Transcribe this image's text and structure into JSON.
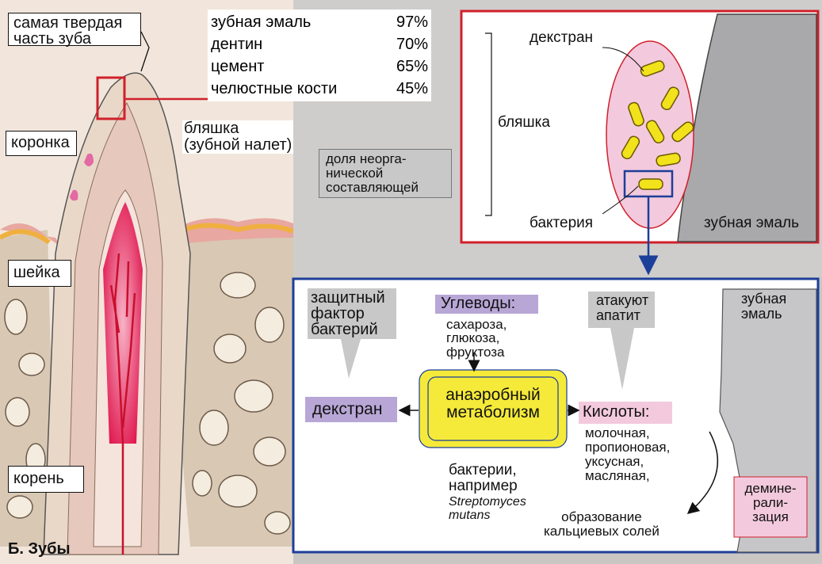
{
  "figure_label": "Б. Зубы",
  "tooth_parts": {
    "crown": "коронка",
    "neck": "шейка",
    "root": "корень"
  },
  "hardest_part": "самая твердая\nчасть зуба",
  "inorganic_share": {
    "rows": [
      {
        "name": "зубная эмаль",
        "value": "97%"
      },
      {
        "name": "дентин",
        "value": "70%"
      },
      {
        "name": "цемент",
        "value": "65%"
      },
      {
        "name": "челюстные кости",
        "value": "45%"
      }
    ],
    "caption": "доля неорга-\nнической\nсоставляющей"
  },
  "plaque_label": "бляшка\n(зубной налет)",
  "plaque_panel": {
    "dextran": "декстран",
    "plaque": "бляшка",
    "bacterium": "бактерия",
    "enamel": "зубная эмаль"
  },
  "process_panel": {
    "protective_factor": "защитный\nфактор\nбактерий",
    "dextran": "декстран",
    "carbs_title": "Углеводы:",
    "carbs_list": "сахароза,\nглюкоза,\nфруктоза",
    "attack": "атакуют\nапатит",
    "enamel": "зубная\nэмаль",
    "metabolism": "анаэробный\nметаболизм",
    "acids_title": "Кислоты:",
    "acids_list": "молочная,\nпропионовая,\nуксусная,\nмасляная,",
    "bacteria_example": "бактерии,\nнапример",
    "species": "Streptomyces\nmutans",
    "calcium_salts": "образование\nкальциевых солей",
    "demineralization": "демине-\nрали-\nзация"
  },
  "colors": {
    "red_frame": "#d0202a",
    "blue_frame": "#1c3f9a",
    "purple_label": "#b7a6d6",
    "bacteria_yellow": "#f2e21c",
    "metab_yellow": "#f5ea3a",
    "pulp_red": "#e0154d",
    "plaque_pink": "#f3c9dd"
  }
}
